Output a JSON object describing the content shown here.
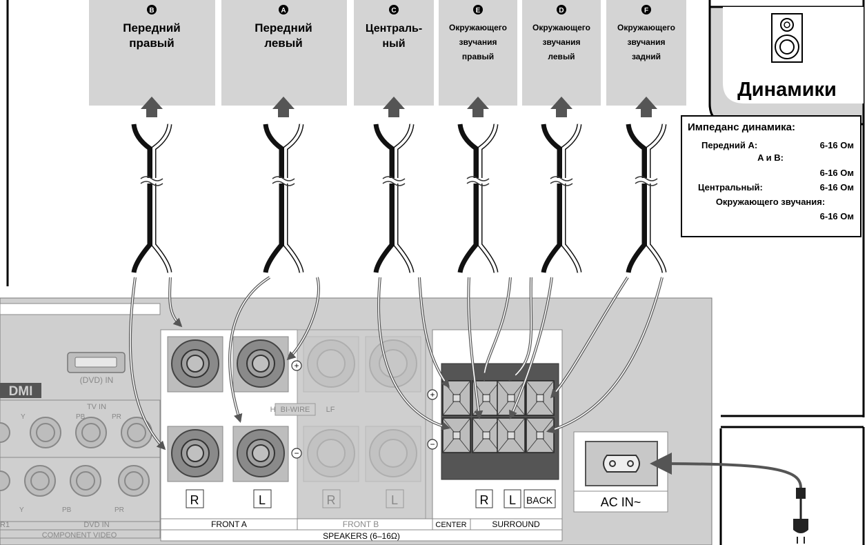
{
  "speakers": [
    {
      "letter": "B",
      "line1": "Передний",
      "line2": "правый",
      "line3": ""
    },
    {
      "letter": "A",
      "line1": "Передний",
      "line2": "левый",
      "line3": ""
    },
    {
      "letter": "C",
      "line1": "Централь-",
      "line2": "ный",
      "line3": ""
    },
    {
      "letter": "E",
      "line1": "Окружающего",
      "line2": "звучания",
      "line3": "правый"
    },
    {
      "letter": "D",
      "line1": "Окружающего",
      "line2": "звучания",
      "line3": "левый"
    },
    {
      "letter": "F",
      "line1": "Окружающего",
      "line2": "звучания",
      "line3": "задний"
    }
  ],
  "speakers_tab": {
    "label": "Динамики"
  },
  "impedance": {
    "title": "Импеданс динамика:",
    "front_a_label": "Передний A:",
    "front_a_value": "6-16 Ом",
    "ab_label": "A и B:",
    "ab_value": "6-16 Ом",
    "center_label": "Центральный:",
    "center_value": "6-16 Ом",
    "surround_label": "Окружающего звучания:",
    "surround_value": "6-16 Ом"
  },
  "panel": {
    "hdmi_label": "(DVD) IN",
    "hdmi_logo": "DMI",
    "tv_in": "TV IN",
    "dvd_in": "DVD IN",
    "component_video": "COMPONENT VIDEO",
    "y_top": "Y",
    "pb_top": "PB",
    "pr_top": "PR",
    "y_bottom": "Y",
    "pb_bottom": "PB",
    "pr_bottom": "PR",
    "r1": "R1",
    "bi_wire_hf": "HF",
    "bi_wire": "BI-WIRE",
    "bi_wire_lf": "LF",
    "r": "R",
    "l": "L",
    "rb": "R",
    "lb": "L",
    "rs": "R",
    "ls": "L",
    "back": "BACK",
    "front_a": "FRONT A",
    "front_b": "FRONT B",
    "center": "CENTER",
    "surround": "SURROUND",
    "speakers": "SPEAKERS (6–16Ω)",
    "ac_in": "AC IN~",
    "plus": "+",
    "minus": "−"
  }
}
